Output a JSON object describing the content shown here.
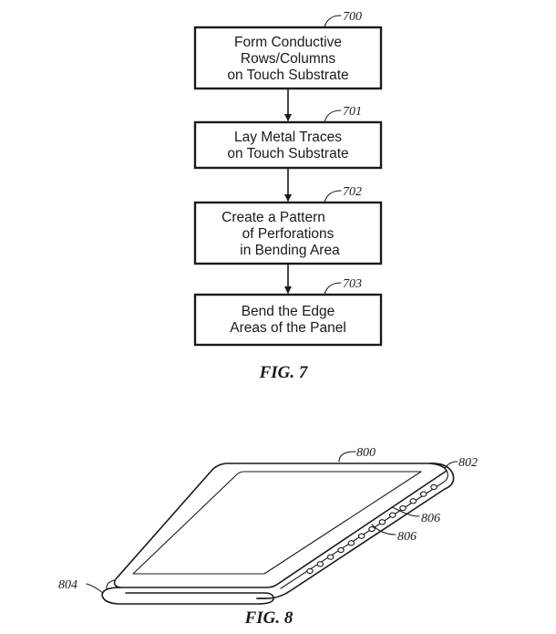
{
  "figure7": {
    "caption": "FIG. 7",
    "steps": [
      {
        "ref": "700",
        "lines": [
          "Form Conductive",
          "Rows/Columns",
          "on Touch Substrate"
        ]
      },
      {
        "ref": "701",
        "lines": [
          "Lay Metal Traces",
          "on Touch Substrate"
        ]
      },
      {
        "ref": "702",
        "lines": [
          "Create a Pattern",
          "of Perforations",
          "in Bending Area"
        ]
      },
      {
        "ref": "703",
        "lines": [
          "Bend the Edge",
          "Areas of the Panel"
        ]
      }
    ]
  },
  "figure8": {
    "caption": "FIG. 8",
    "refs": {
      "panel": "800",
      "right_bend": "802",
      "left_bend": "804",
      "perforation_a": "806",
      "perforation_b": "806"
    },
    "perforation_count": 13
  },
  "colors": {
    "ink": "#1a1a1a",
    "paper": "#ffffff"
  }
}
